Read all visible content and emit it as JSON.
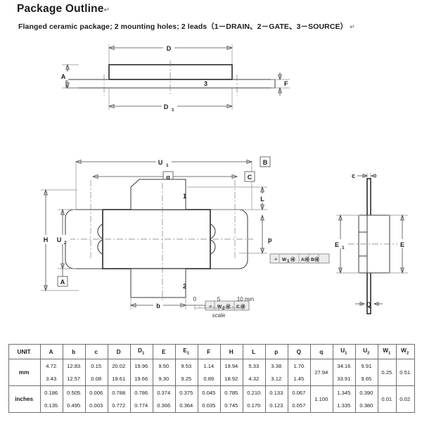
{
  "header": {
    "title": "Package Outline",
    "title_mark": "↵",
    "subtitle": "Flanged ceramic package; 2 mounting holes; 2 leads（1－DRAIN、2－GATE、3－SOURCE）",
    "subtitle_mark": "↵"
  },
  "drawing": {
    "side_view": {
      "labels": {
        "D": "D",
        "D1_main": "D",
        "D1_sub": "1",
        "A": "A",
        "F": "F",
        "lead3": "3"
      }
    },
    "top_view": {
      "labels": {
        "U1_main": "U",
        "U1_sub": "1",
        "q": "q",
        "H": "H",
        "U2_main": "U",
        "U2_sub": "2",
        "L": "L",
        "p": "p",
        "b": "b",
        "pin1": "1",
        "pin2": "2"
      },
      "datums": {
        "A": "A",
        "B": "B",
        "C": "C"
      },
      "gdt_top": {
        "symbol": "⌖",
        "tolerance_main": "W",
        "tolerance_sub": "1",
        "modifier": "Ⓜ",
        "datum_a": "A",
        "datum_a_mod": "Ⓜ",
        "datum_b": "B",
        "datum_b_mod": "Ⓜ"
      },
      "gdt_bottom": {
        "symbol": "⌖",
        "tolerance_main": "W",
        "tolerance_sub": "2",
        "modifier": "Ⓜ",
        "datum_c": "C",
        "datum_c_mod": "Ⓜ"
      }
    },
    "end_view": {
      "labels": {
        "c": "c",
        "E": "E",
        "E1_main": "E",
        "E1_sub": "1",
        "Q": "Q"
      }
    },
    "scale": {
      "ticks": [
        "0",
        "5",
        "10 mm"
      ],
      "caption": "scale"
    }
  },
  "table": {
    "columns": [
      {
        "main": "UNIT",
        "sub": ""
      },
      {
        "main": "A",
        "sub": ""
      },
      {
        "main": "b",
        "sub": ""
      },
      {
        "main": "c",
        "sub": ""
      },
      {
        "main": "D",
        "sub": ""
      },
      {
        "main": "D",
        "sub": "1"
      },
      {
        "main": "E",
        "sub": ""
      },
      {
        "main": "E",
        "sub": "1"
      },
      {
        "main": "F",
        "sub": ""
      },
      {
        "main": "H",
        "sub": ""
      },
      {
        "main": "L",
        "sub": ""
      },
      {
        "main": "p",
        "sub": ""
      },
      {
        "main": "Q",
        "sub": ""
      },
      {
        "main": "q",
        "sub": ""
      },
      {
        "main": "U",
        "sub": "1"
      },
      {
        "main": "U",
        "sub": "2"
      },
      {
        "main": "W",
        "sub": "1"
      },
      {
        "main": "W",
        "sub": "2"
      }
    ],
    "rows": [
      {
        "unit": "mm",
        "A": {
          "max": "4.72",
          "min": "3.43"
        },
        "b": {
          "max": "12.83",
          "min": "12.57"
        },
        "c": {
          "max": "0.15",
          "min": "0.08"
        },
        "D": {
          "max": "20.02",
          "min": "19.61"
        },
        "D1": {
          "max": "19.96",
          "min": "19.66"
        },
        "E": {
          "max": "9.50",
          "min": "9.30"
        },
        "E1": {
          "max": "9.53",
          "min": "9.25"
        },
        "F": {
          "max": "1.14",
          "min": "0.89"
        },
        "H": {
          "max": "19.94",
          "min": "18.92"
        },
        "L": {
          "max": "5.33",
          "min": "4.32"
        },
        "p": {
          "max": "3.38",
          "min": "3.12"
        },
        "Q": {
          "max": "1.70",
          "min": "1.45"
        },
        "q": {
          "single": "27.94"
        },
        "U1": {
          "max": "34.16",
          "min": "33.91"
        },
        "U2": {
          "max": "9.91",
          "min": "9.65"
        },
        "W1": {
          "single": "0.25"
        },
        "W2": {
          "single": "0.51"
        }
      },
      {
        "unit": "inches",
        "A": {
          "max": "0.186",
          "min": "0.135"
        },
        "b": {
          "max": "0.505",
          "min": "0.495"
        },
        "c": {
          "max": "0.006",
          "min": "0.003"
        },
        "D": {
          "max": "0.788",
          "min": "0.772"
        },
        "D1": {
          "max": "0.786",
          "min": "0.774"
        },
        "E": {
          "max": "0.374",
          "min": "0.366"
        },
        "E1": {
          "max": "0.375",
          "min": "0.364"
        },
        "F": {
          "max": "0.045",
          "min": "0.035"
        },
        "H": {
          "max": "0.785",
          "min": "0.745"
        },
        "L": {
          "max": "0.210",
          "min": "0.170"
        },
        "p": {
          "max": "0.133",
          "min": "0.123"
        },
        "Q": {
          "max": "0.067",
          "min": "0.057"
        },
        "q": {
          "single": "1.100"
        },
        "U1": {
          "max": "1.345",
          "min": "1.335"
        },
        "U2": {
          "max": "0.390",
          "min": "0.380"
        },
        "W1": {
          "single": "0.01"
        },
        "W2": {
          "single": "0.02"
        }
      }
    ],
    "cell_mark": "."
  }
}
